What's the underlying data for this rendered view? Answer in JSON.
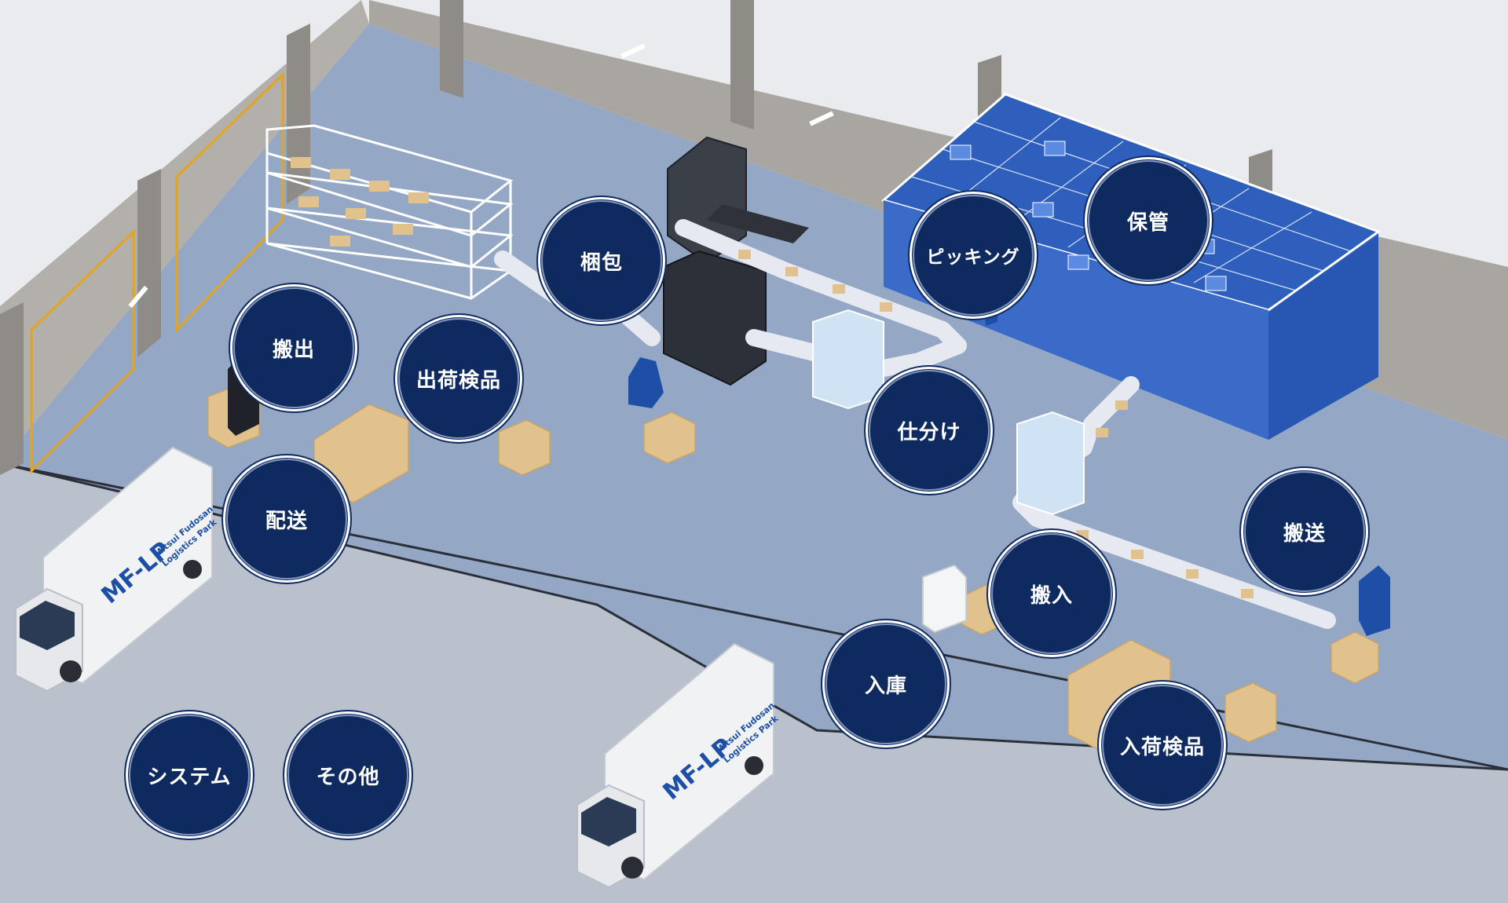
{
  "colors": {
    "floor": "#94a8c6",
    "floor_dark": "#7e93b5",
    "ground": "#b9c1cd",
    "wall": "#b3b0ab",
    "wall_dark": "#8f8c87",
    "hotspot_fill": "#0e2a5e",
    "storage_blue": "#2f5fbd",
    "box": "#e2c28c"
  },
  "hotspots": {
    "konpo": "梱包",
    "picking": "ピッキング",
    "hokan": "保管",
    "hanshutsu": "搬出",
    "shukka_kenpin": "出荷検品",
    "shiwake": "仕分け",
    "haisou": "配送",
    "hansou": "搬送",
    "hannyu": "搬入",
    "nyuko": "入庫",
    "nyuka_kenpin": "入荷検品",
    "system": "システム",
    "sonota": "その他"
  },
  "trucks": {
    "logo": "MF-LP",
    "company_line1": "Mitsui Fudosan",
    "company_line2": "Logistics Park"
  }
}
